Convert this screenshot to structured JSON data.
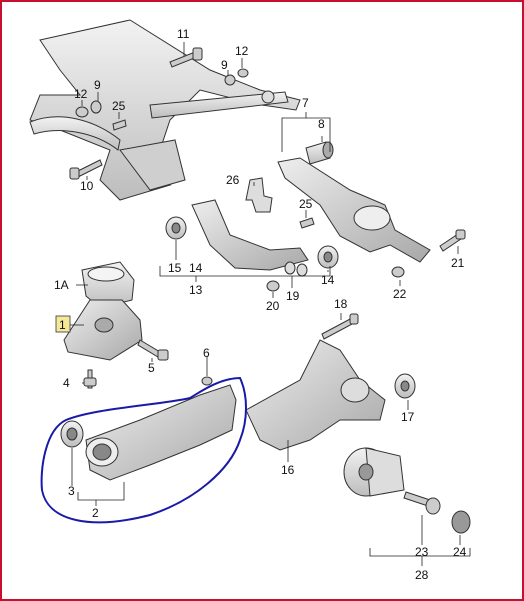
{
  "diagram": {
    "labels": [
      {
        "id": "l1",
        "text": "1",
        "boxed": true
      },
      {
        "id": "l1a",
        "text": "1A"
      },
      {
        "id": "l2",
        "text": "2"
      },
      {
        "id": "l3",
        "text": "3"
      },
      {
        "id": "l4",
        "text": "4"
      },
      {
        "id": "l5",
        "text": "5"
      },
      {
        "id": "l6",
        "text": "6"
      },
      {
        "id": "l7",
        "text": "7"
      },
      {
        "id": "l8",
        "text": "8"
      },
      {
        "id": "l9",
        "text": "9"
      },
      {
        "id": "l10",
        "text": "10"
      },
      {
        "id": "l11",
        "text": "11"
      },
      {
        "id": "l12a",
        "text": "12"
      },
      {
        "id": "l12b",
        "text": "12"
      },
      {
        "id": "l13",
        "text": "13"
      },
      {
        "id": "l14a",
        "text": "14"
      },
      {
        "id": "l14b",
        "text": "14"
      },
      {
        "id": "l15",
        "text": "15"
      },
      {
        "id": "l16",
        "text": "16"
      },
      {
        "id": "l17",
        "text": "17"
      },
      {
        "id": "l18",
        "text": "18"
      },
      {
        "id": "l19",
        "text": "19"
      },
      {
        "id": "l20",
        "text": "20"
      },
      {
        "id": "l21",
        "text": "21"
      },
      {
        "id": "l22",
        "text": "22"
      },
      {
        "id": "l23",
        "text": "23"
      },
      {
        "id": "l24",
        "text": "24"
      },
      {
        "id": "l25a",
        "text": "25"
      },
      {
        "id": "l25b",
        "text": "25"
      },
      {
        "id": "l26",
        "text": "26"
      },
      {
        "id": "l28",
        "text": "28"
      }
    ],
    "colors": {
      "frame": "#c8102e",
      "highlight": "#1a1aa8",
      "part_fill": "#e6e6e6",
      "part_shade": "#b9b9b9",
      "label_box": "#f5e89a"
    }
  }
}
